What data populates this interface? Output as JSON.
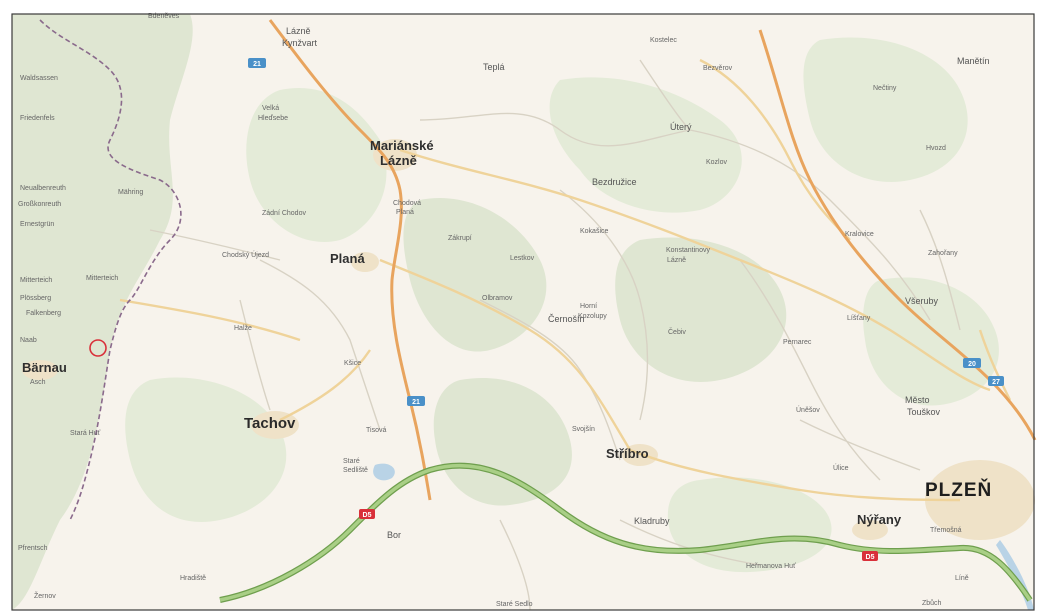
{
  "map": {
    "towns_major": [
      {
        "id": "marianske-lazne",
        "lines": [
          "Mariánské",
          "Lázně"
        ]
      },
      {
        "id": "plana",
        "lines": [
          "Planá"
        ]
      },
      {
        "id": "tachov",
        "lines": [
          "Tachov"
        ]
      },
      {
        "id": "stribro",
        "lines": [
          "Stříbro"
        ]
      },
      {
        "id": "nyrany",
        "lines": [
          "Nýřany"
        ]
      },
      {
        "id": "barnau",
        "lines": [
          "Bärnau"
        ]
      },
      {
        "id": "plzen",
        "lines": [
          "PLZEŇ"
        ]
      }
    ],
    "towns_minor": [
      {
        "id": "lazne-kynzvart",
        "lines": [
          "Lázně",
          "Kynžvart"
        ]
      },
      {
        "id": "tepla",
        "lines": [
          "Teplá"
        ]
      },
      {
        "id": "manetin",
        "lines": [
          "Manětín"
        ]
      },
      {
        "id": "bezdruzice",
        "lines": [
          "Bezdružice"
        ]
      },
      {
        "id": "cernosin",
        "lines": [
          "Černošín"
        ]
      },
      {
        "id": "bor",
        "lines": [
          "Bor"
        ]
      },
      {
        "id": "kladruby",
        "lines": [
          "Kladruby"
        ]
      },
      {
        "id": "vseruby",
        "lines": [
          "Všeruby"
        ]
      },
      {
        "id": "mesto-touskov",
        "lines": [
          "Město",
          "Touškov"
        ]
      },
      {
        "id": "utery",
        "lines": [
          "Úterý"
        ]
      }
    ],
    "towns_small": [
      {
        "id": "chodova-plana",
        "lines": [
          "Chodová",
          "Planá"
        ]
      },
      {
        "id": "lestkov",
        "lines": [
          "Lestkov"
        ]
      },
      {
        "id": "dolni-zandov",
        "lines": [
          "Zádní Chodov"
        ]
      },
      {
        "id": "chodsky-ujezd",
        "lines": [
          "Chodský Újezd"
        ]
      },
      {
        "id": "halze",
        "lines": [
          "Halže"
        ]
      },
      {
        "id": "kokasice",
        "lines": [
          "Kokašice"
        ]
      },
      {
        "id": "konstantinovy-lazne",
        "lines": [
          "Konstantinovy",
          "Lázně"
        ]
      },
      {
        "id": "olbramov",
        "lines": [
          "Olbramov"
        ]
      },
      {
        "id": "horni-kozolupy",
        "lines": [
          "Horní",
          "Kozolupy"
        ]
      },
      {
        "id": "cebiv",
        "lines": [
          "Čebiv"
        ]
      },
      {
        "id": "pernarec",
        "lines": [
          "Pernarec"
        ]
      },
      {
        "id": "ustin",
        "lines": [
          "Úněšov"
        ]
      },
      {
        "id": "zahorany",
        "lines": [
          "Zahořany"
        ]
      },
      {
        "id": "lisiny",
        "lines": [
          "Líšťany"
        ]
      },
      {
        "id": "kralovice",
        "lines": [
          "Kralovice"
        ]
      },
      {
        "id": "nectiny",
        "lines": [
          "Nečtiny"
        ]
      },
      {
        "id": "bezvel",
        "lines": [
          "Bezvěrov"
        ]
      },
      {
        "id": "hvozd",
        "lines": [
          "Hvozd"
        ]
      },
      {
        "id": "kozlov",
        "lines": [
          "Kozlov"
        ]
      },
      {
        "id": "velka-hledsebe",
        "lines": [
          "Velká",
          "Hleďsebe"
        ]
      },
      {
        "id": "tisova",
        "lines": [
          "Tisová"
        ]
      },
      {
        "id": "stare-sedliste",
        "lines": [
          "Staré",
          "Sedliště"
        ]
      },
      {
        "id": "kiadov",
        "lines": [
          "Kšice"
        ]
      },
      {
        "id": "svojsin",
        "lines": [
          "Svojšín"
        ]
      },
      {
        "id": "hradiste",
        "lines": [
          "Hradiště"
        ]
      },
      {
        "id": "stare-sedlo",
        "lines": [
          "Staré Sedlo"
        ]
      },
      {
        "id": "heiligenkreuz",
        "lines": [
          "Heřmanova Huť"
        ]
      },
      {
        "id": "ulice",
        "lines": [
          "Úlice"
        ]
      },
      {
        "id": "zbuch",
        "lines": [
          "Zbůch"
        ]
      },
      {
        "id": "trevin",
        "lines": [
          "Třemošná"
        ]
      },
      {
        "id": "lina",
        "lines": [
          "Líně"
        ]
      },
      {
        "id": "kostelec",
        "lines": [
          "Kostelec"
        ]
      },
      {
        "id": "mainoug",
        "lines": [
          "Mähring"
        ]
      },
      {
        "id": "neualbenreuth",
        "lines": [
          "Neualbenreuth"
        ]
      },
      {
        "id": "flossenbürg",
        "lines": [
          "Plössberg"
        ]
      },
      {
        "id": "erbendorf",
        "lines": [
          "Ernestgrün"
        ]
      },
      {
        "id": "grossenkonreuth",
        "lines": [
          "Großkonreuth"
        ]
      },
      {
        "id": "marktleuthen",
        "lines": [
          "Mitterteich"
        ]
      },
      {
        "id": "falkenberg",
        "lines": [
          "Falkenberg"
        ]
      },
      {
        "id": "nasen",
        "lines": [
          "Naab"
        ]
      },
      {
        "id": "ahornberg",
        "lines": [
          "Asch"
        ]
      },
      {
        "id": "waldsassen",
        "lines": [
          "Waldsassen"
        ]
      },
      {
        "id": "friedenfels",
        "lines": [
          "Friedenfels"
        ]
      },
      {
        "id": "mitterteich",
        "lines": [
          "Mitterteich"
        ]
      },
      {
        "id": "pfrentsch",
        "lines": [
          "Pfrentsch"
        ]
      },
      {
        "id": "stara-huta",
        "lines": [
          "Stará Huť"
        ]
      },
      {
        "id": "zerlow",
        "lines": [
          "Žernov"
        ]
      },
      {
        "id": "bdeneves",
        "lines": [
          "Bdeněves"
        ]
      },
      {
        "id": "zakroup",
        "lines": [
          "Zákrupí"
        ]
      }
    ],
    "road_shields": [
      {
        "id": "shield-21-north",
        "text": "21"
      },
      {
        "id": "shield-21-south",
        "text": "21"
      },
      {
        "id": "shield-d5-west",
        "text": "D5"
      },
      {
        "id": "shield-d5-east",
        "text": "D5"
      },
      {
        "id": "shield-20-east",
        "text": "20"
      },
      {
        "id": "shield-27",
        "text": "27"
      }
    ],
    "marker": {
      "type": "circle-marker",
      "color": "#d9303a"
    },
    "colors": {
      "background": "#f7f3ec",
      "forest": "#dfe6d2",
      "forest_dark": "#cfd9bf",
      "border": "#8a6a8c",
      "motorway": "#8fba6a",
      "road_primary": "#e8a45e",
      "road_secondary": "#efd39a",
      "road_minor": "#d8d2c4",
      "urban": "#efe2c8",
      "water": "#b9d3e6"
    }
  }
}
